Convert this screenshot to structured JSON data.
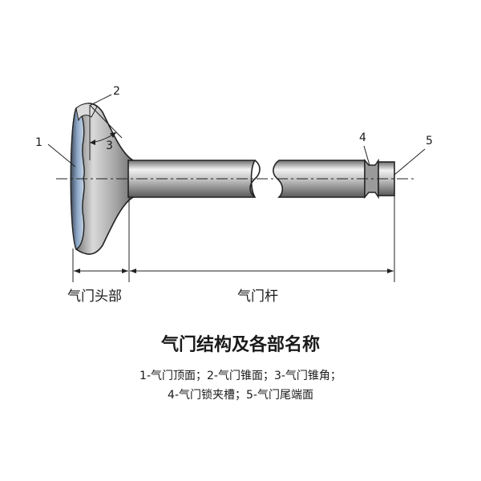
{
  "diagram": {
    "callouts": [
      {
        "id": "1",
        "label": "1"
      },
      {
        "id": "2",
        "label": "2"
      },
      {
        "id": "3",
        "label": "3"
      },
      {
        "id": "4",
        "label": "4"
      },
      {
        "id": "5",
        "label": "5"
      }
    ],
    "dimensions": {
      "head_label": "气门头部",
      "stem_label": "气门杆"
    },
    "title": "气门结构及各部名称",
    "legend_lines": [
      "1-气门顶面；2-气门锥面；3-气门锥角；",
      "4-气门锁夹槽；5-气门尾端面"
    ],
    "colors": {
      "metal_dark": "#4a4a4a",
      "metal_light": "#e8e8e8",
      "face_blue": "#8fa9c9",
      "line": "#1a1a1a"
    }
  }
}
